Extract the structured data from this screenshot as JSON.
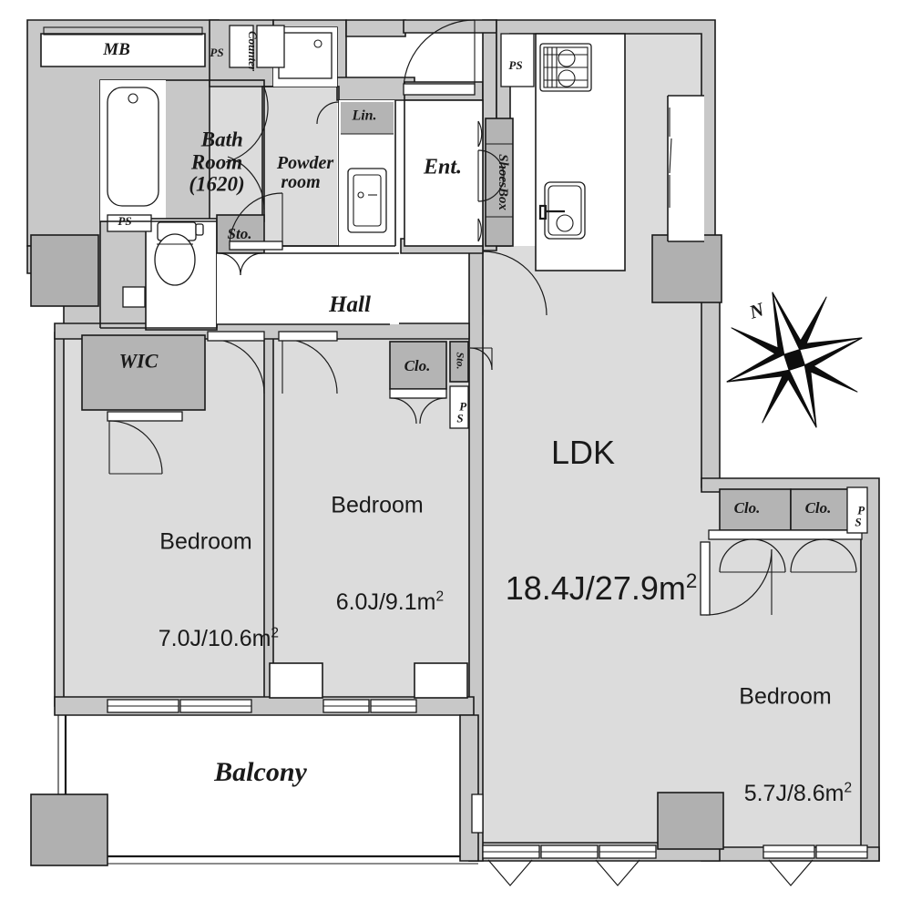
{
  "plan": {
    "type": "apartment-floor-plan",
    "style": "japanese-real-estate",
    "colors": {
      "room_fill": "#dcdcdc",
      "storage_fill": "#b4b4b4",
      "wall_fill": "#c8c8c8",
      "column_fill": "#b0b0b0",
      "outline": "#1a1a1a",
      "background": "#ffffff",
      "balcony_fill": "#ffffff"
    }
  },
  "rooms": {
    "ldk": {
      "name": "LDK",
      "area": "18.4J/27.9m",
      "unit_sup": "2"
    },
    "bedroom_left": {
      "name": "Bedroom",
      "area": "7.0J/10.6m",
      "unit_sup": "2"
    },
    "bedroom_middle": {
      "name": "Bedroom",
      "area": "6.0J/9.1m",
      "unit_sup": "2"
    },
    "bedroom_right": {
      "name": "Bedroom",
      "area": "5.7J/8.6m",
      "unit_sup": "2"
    },
    "balcony": {
      "name": "Balcony"
    },
    "hall": {
      "name": "Hall"
    },
    "entrance": {
      "name": "Ent."
    },
    "bath": {
      "name": "Bath\nRoom\n(1620)"
    },
    "powder": {
      "name": "Powder\nroom"
    },
    "wic": {
      "name": "WIC"
    }
  },
  "storages": {
    "mb": "MB",
    "sto_bath": "Sto.",
    "lin": "Lin.",
    "shoes_box": "ShoesBox",
    "clo_hall": "Clo.",
    "sto_hall": "Sto.",
    "clo_right_1": "Clo.",
    "clo_right_2": "Clo.",
    "counter": "Counter"
  },
  "shafts": {
    "ps_top": "PS",
    "ps_bath": "PS",
    "ps_kitchen": "PS",
    "ps_hall": "P\nS",
    "ps_right": "P\nS"
  },
  "compass": {
    "label": "N",
    "rotation_deg": -18
  }
}
